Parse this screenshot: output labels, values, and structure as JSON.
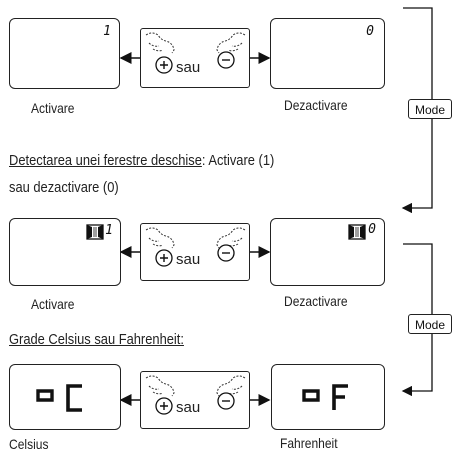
{
  "row1": {
    "left": {
      "display_value": "1",
      "caption": "Activare"
    },
    "right": {
      "display_value": "0",
      "caption": "Dezactivare"
    },
    "center": {
      "or_text": "sau"
    }
  },
  "mode_button_1": {
    "label": "Mode"
  },
  "section_window": {
    "heading_underlined": "Detectarea unei ferestre deschise",
    "heading_rest": ": Activare (1)",
    "heading_line2": "sau dezactivare (0)"
  },
  "row2": {
    "left": {
      "display_value": "1",
      "icon": "open-window-icon",
      "caption": "Activare"
    },
    "right": {
      "display_value": "0",
      "icon": "open-window-icon",
      "caption": "Dezactivare"
    },
    "center": {
      "or_text": "sau"
    }
  },
  "mode_button_2": {
    "label": "Mode"
  },
  "section_units": {
    "heading": "Grade Celsius sau Fahrenheit:"
  },
  "row3": {
    "left": {
      "caption": "Celsius"
    },
    "right": {
      "caption": "Fahrenheit"
    },
    "center": {
      "or_text": "sau"
    }
  }
}
